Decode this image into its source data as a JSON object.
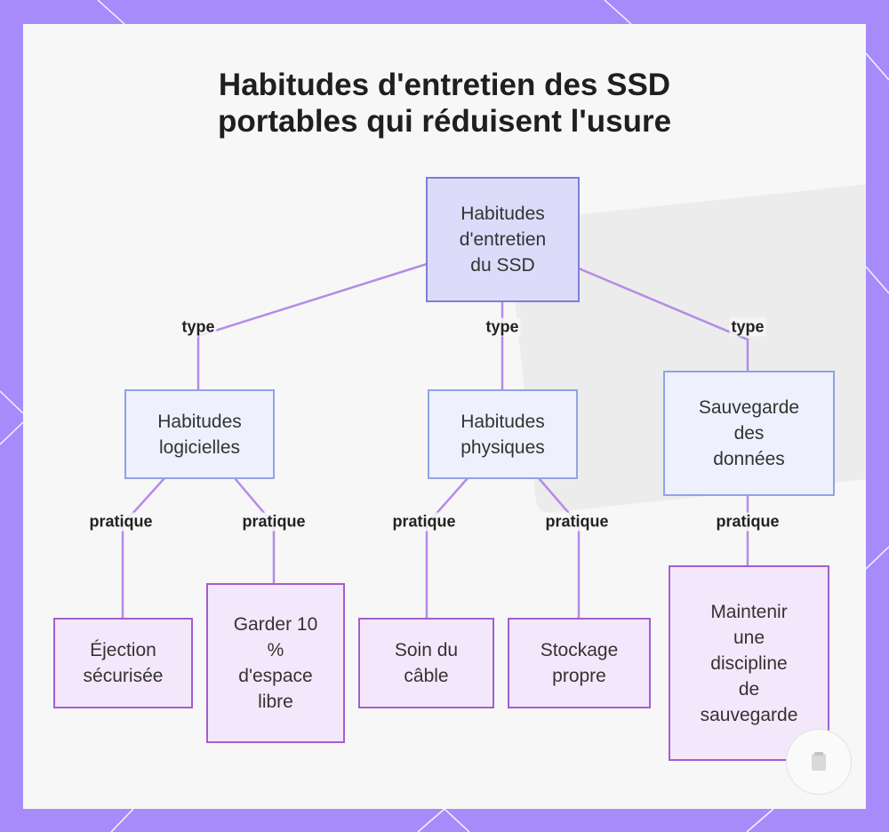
{
  "title": {
    "line1": "Habitudes d'entretien des SSD",
    "line2": "portables qui réduisent l'usure"
  },
  "nodes": {
    "root": [
      "Habitudes",
      "d'entretien",
      "du SSD"
    ],
    "software": [
      "Habitudes",
      "logicielles"
    ],
    "physical": [
      "Habitudes",
      "physiques"
    ],
    "backup": [
      "Sauvegarde",
      "des",
      "données"
    ],
    "eject": [
      "Éjection",
      "sécurisée"
    ],
    "space": [
      "Garder 10",
      "%",
      "d'espace",
      "libre"
    ],
    "cable": [
      "Soin du",
      "câble"
    ],
    "storage": [
      "Stockage",
      "propre"
    ],
    "discipline": [
      "Maintenir",
      "une",
      "discipline",
      "de",
      "sauvegarde"
    ]
  },
  "edge_labels": {
    "type": "type",
    "pratique": "pratique"
  },
  "colors": {
    "frame": "#a78bfa",
    "edge": "#b58be8",
    "root_fill": "#dcdcfa",
    "mid_fill": "#eef1fd",
    "leaf_fill": "#f3e8fb"
  }
}
